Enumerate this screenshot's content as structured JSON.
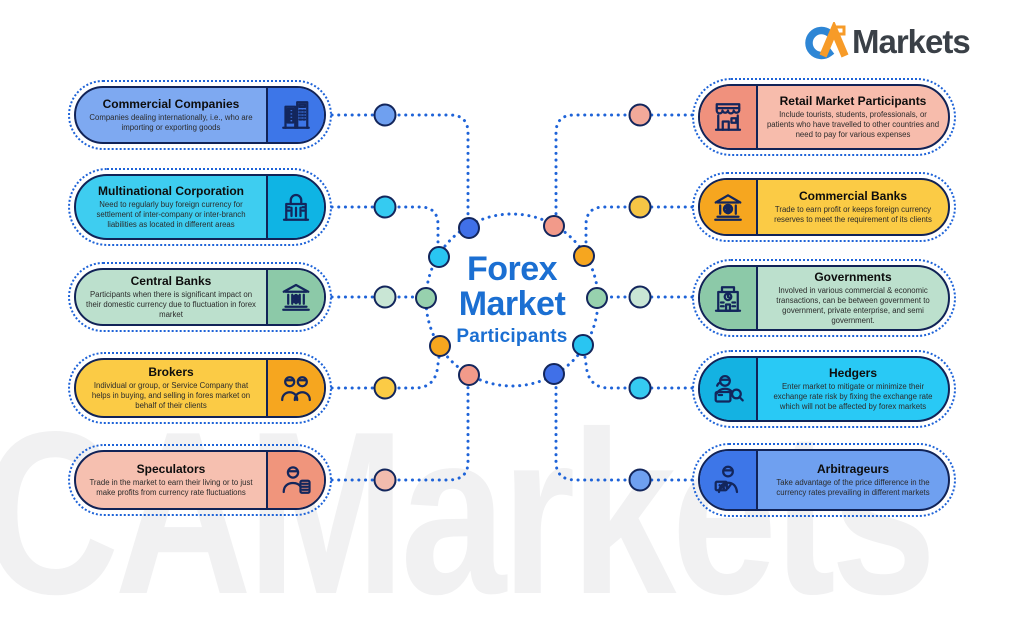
{
  "logo": {
    "c": "C",
    "a": "A",
    "rest": "Markets"
  },
  "watermark": "CAMarkets",
  "center": {
    "line1": "Forex",
    "line2": "Market",
    "subtitle": "Participants"
  },
  "colors": {
    "connector": "#1e63d8",
    "node_border": "#13265c",
    "center_text": "#1b6fd2",
    "logo_c": "#2e86d5",
    "logo_a": "#f79b28",
    "logo_text": "#3a4047",
    "node_palette": {
      "royal": "#4070e8",
      "cyan": "#29c5f2",
      "green": "#97d1ae",
      "orange": "#f6a61f",
      "salmon": "#f29a8a",
      "lightblue": "#6fa0f0",
      "skyblue": "#35cbf1",
      "mint": "#c9e6d5",
      "yellow": "#fbcb45",
      "peach": "#f2bcae",
      "coral": "#f2a99a",
      "gold": "#f6c545"
    }
  },
  "participants": [
    {
      "title": "Commercial Companies",
      "description": "Companies dealing internationally, i.e., who are importing or exporting goods",
      "body_color": "#7ea9f1",
      "accent_color": "#3d76e8",
      "icon": "building-icon"
    },
    {
      "title": "Multinational Corporation",
      "description": "Need to regularly buy foreign currency for settlement of inter-company or inter-branch liabilities as located in different areas",
      "body_color": "#3ecdf0",
      "accent_color": "#0fb4e4",
      "icon": "corporation-icon"
    },
    {
      "title": "Central Banks",
      "description": "Participants when there is significant impact on their domestic currency due to fluctuation in forex market",
      "body_color": "#bce0cd",
      "accent_color": "#8cc9a8",
      "icon": "bank-dollar-icon"
    },
    {
      "title": "Brokers",
      "description": "Individual or group, or Service Company that helps in buying, and selling in fores market on behalf of their clients",
      "body_color": "#fbcb45",
      "accent_color": "#f6a61f",
      "icon": "people-icon"
    },
    {
      "title": "Speculators",
      "description": "Trade in the market to earn their living or to just make profits from currency rate fluctuations",
      "body_color": "#f6c0b0",
      "accent_color": "#f0957c",
      "icon": "person-calculator-icon"
    },
    {
      "title": "Retail Market Participants",
      "description": "Include tourists, students, professionals, or patients who have travelled to other countries and need to pay for various expenses",
      "body_color": "#f7bcac",
      "accent_color": "#f0917d",
      "icon": "store-icon"
    },
    {
      "title": "Commercial Banks",
      "description": "Trade to earn profit or keeps foreign currency reserves to meet the requirement of its clients",
      "body_color": "#fbcb45",
      "accent_color": "#f6a61f",
      "icon": "bank-icon"
    },
    {
      "title": "Governments",
      "description": "Involved in various commercial & economic transactions, can be between government to government, private enterprise, and semi government.",
      "body_color": "#bce0cd",
      "accent_color": "#8cc9a8",
      "icon": "government-clock-icon"
    },
    {
      "title": "Hedgers",
      "description": "Enter market to mitigate or minimize their exchange rate risk by fixing the exchange rate which will not be affected by forex markets",
      "body_color": "#29c9f5",
      "accent_color": "#14b2e2",
      "icon": "person-laptop-search-icon"
    },
    {
      "title": "Arbitrageurs",
      "description": "Take advantage of the price difference in the currency rates prevailing in different markets",
      "body_color": "#6fa0f0",
      "accent_color": "#3d76e8",
      "icon": "person-laptop-icon"
    }
  ],
  "ring_nodes": [
    "royal",
    "cyan",
    "green",
    "orange",
    "salmon",
    "salmon",
    "orange",
    "green",
    "cyan",
    "royal"
  ],
  "mid_nodes": [
    "lightblue",
    "skyblue",
    "mint",
    "yellow",
    "peach",
    "coral",
    "gold",
    "mint",
    "skyblue",
    "lightblue"
  ]
}
